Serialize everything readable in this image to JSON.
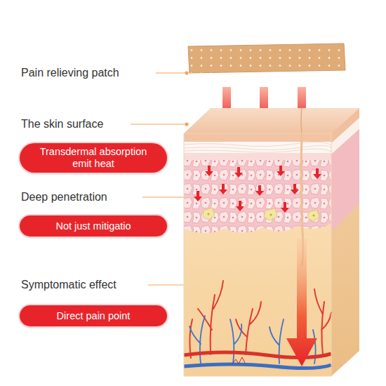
{
  "diagram": {
    "nodes": [
      {
        "text": [
          "Transdermal absorption emit heat"
        ]
      },
      {
        "text": [
          "Not just mitigatio"
        ]
      },
      {
        "text": [
          "Direct pain point"
        ]
      }
    ],
    "labels": [
      "Pain relieving patch",
      "The skin surface",
      "Deep penetration",
      "Symptomatic effect"
    ]
  }
}
